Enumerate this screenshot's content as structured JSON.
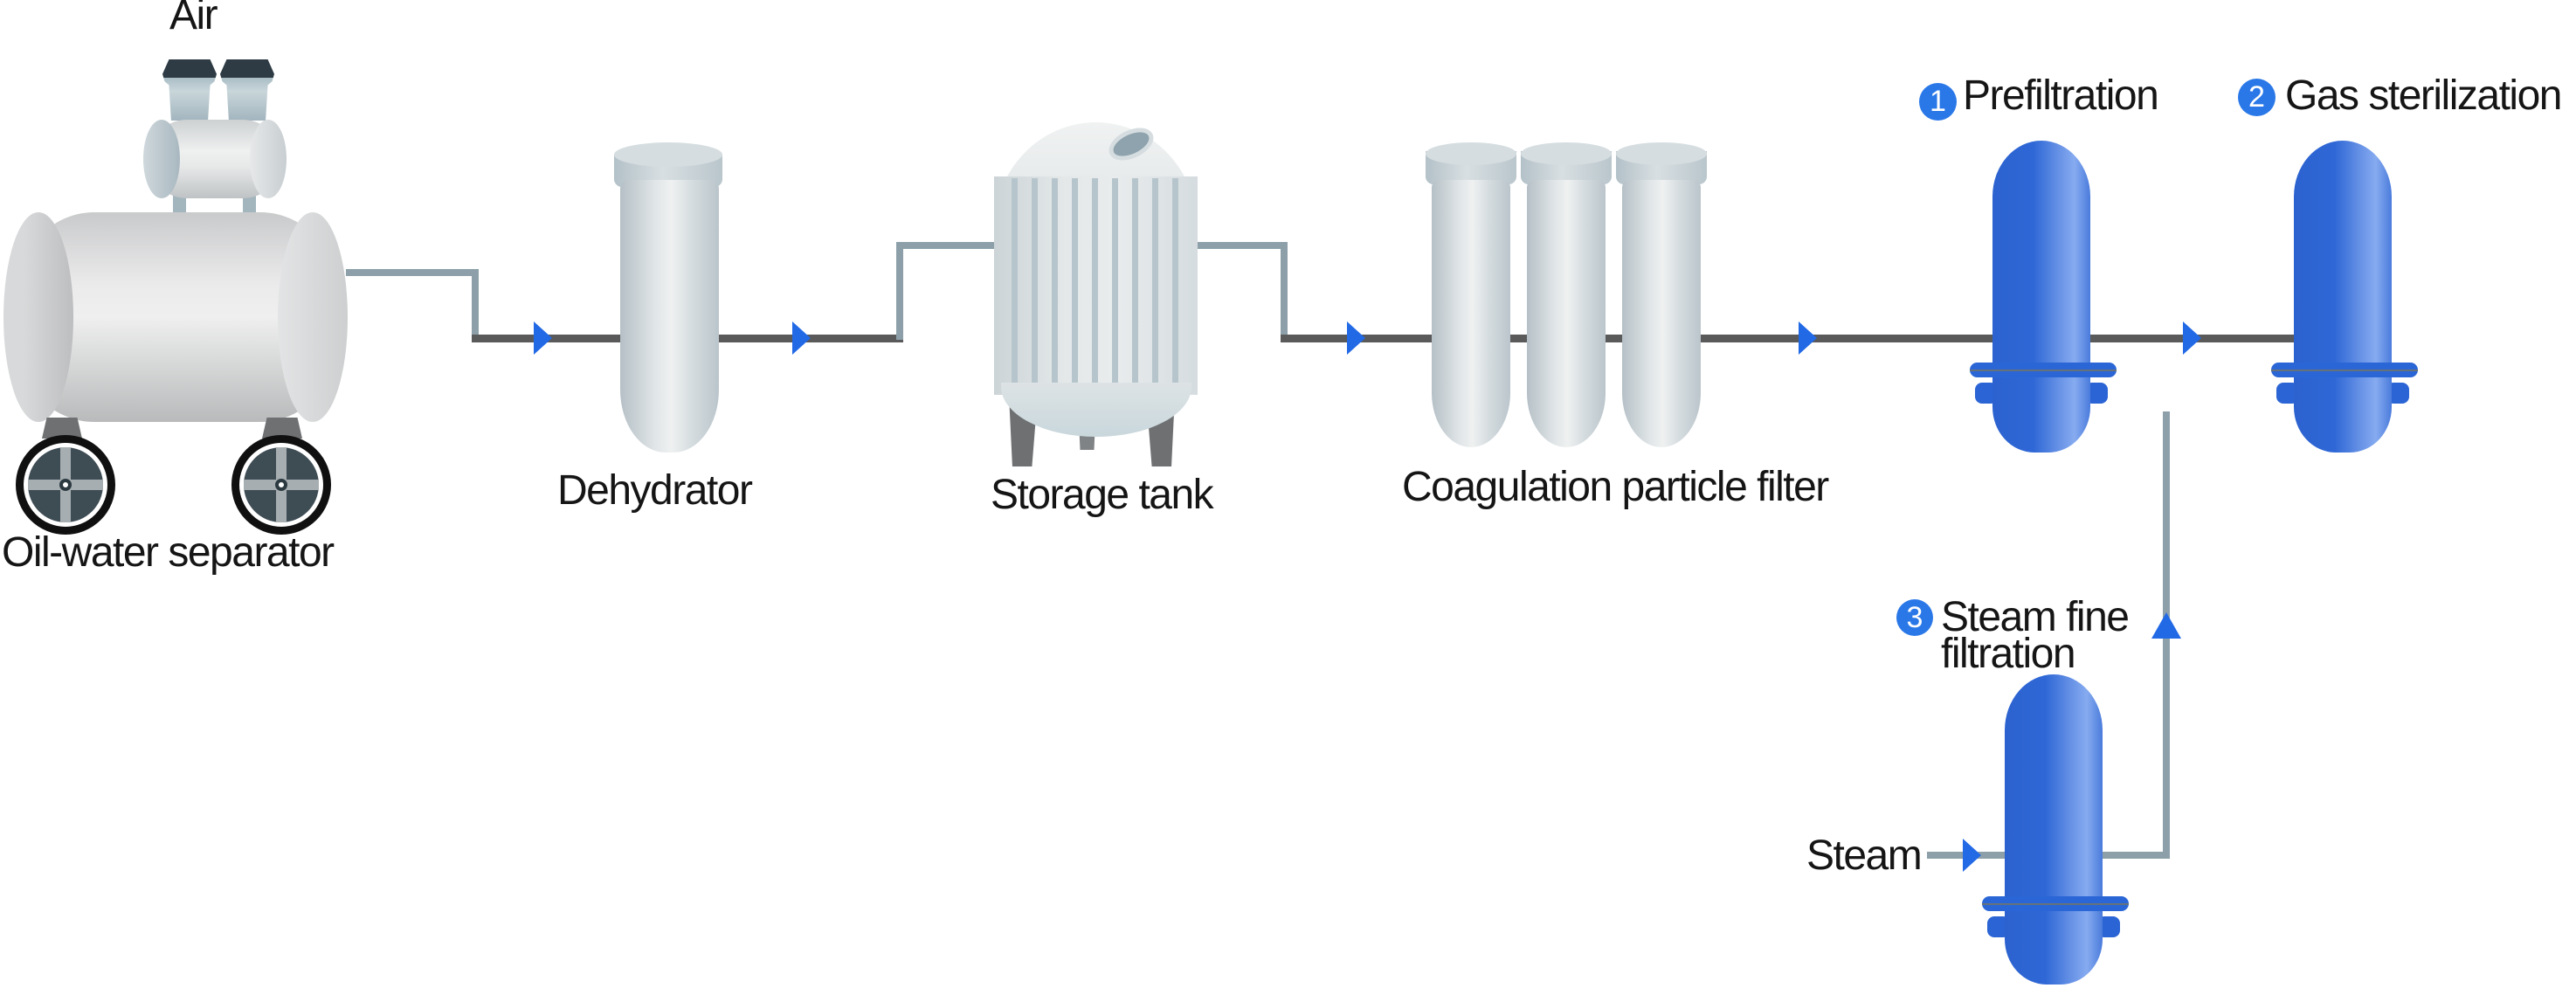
{
  "labels": {
    "air": "Air",
    "oil_water_separator": "Oil-water separator",
    "dehydrator": "Dehydrator",
    "storage_tank": "Storage tank",
    "coagulation_particle_filter": "Coagulation particle filter",
    "steam": "Steam"
  },
  "steps": [
    {
      "number": "1",
      "label": "Prefiltration"
    },
    {
      "number": "2",
      "label": "Gas sterilization"
    },
    {
      "number": "3",
      "label_line1": "Steam fine",
      "label_line2": "filtration"
    }
  ],
  "colors": {
    "accent_blue": "#2269e6",
    "badge_blue": "#2a78e8",
    "vessel_blue_dark": "#2b62d0",
    "vessel_blue_light": "#86abf0",
    "pipe_dark": "#5a5a5a",
    "pipe_light": "#8da0aa",
    "equipment_gray": "#d9dfe1",
    "text_black": "#151515"
  }
}
